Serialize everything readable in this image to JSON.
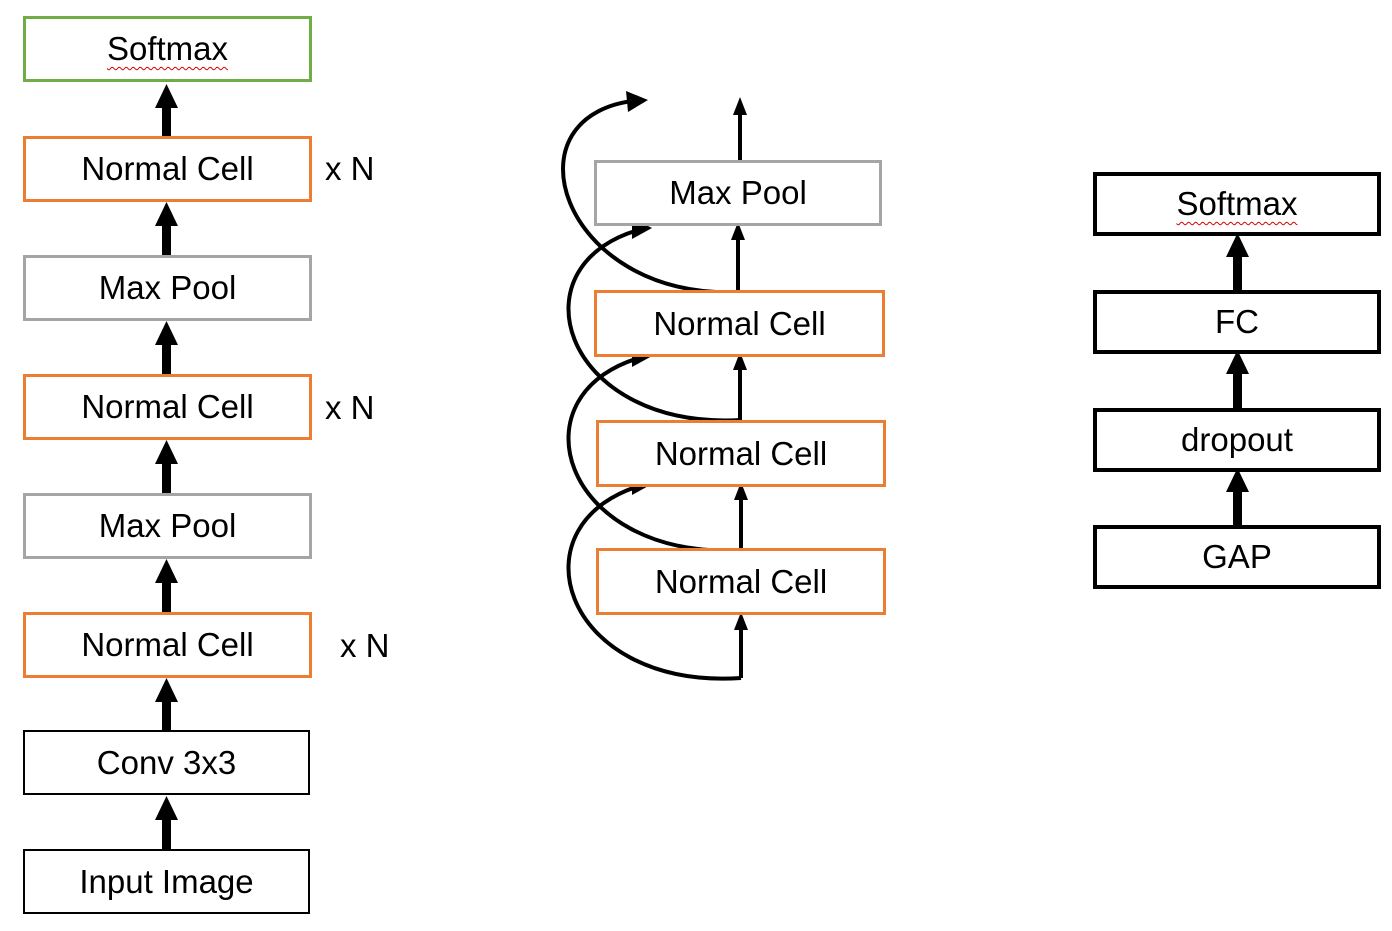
{
  "colors": {
    "softmax_border": "#70ad47",
    "normal_cell_border": "#ed7d31",
    "max_pool_border": "#a5a5a5",
    "plain_border": "#000000",
    "arrow": "#000000"
  },
  "left_stack": {
    "softmax": "Softmax",
    "normal_cell_3": "Normal Cell",
    "max_pool_2": "Max Pool",
    "normal_cell_2": "Normal Cell",
    "max_pool_1": "Max Pool",
    "normal_cell_1": "Normal Cell",
    "conv": "Conv 3x3",
    "input": "Input Image",
    "repeat_label_3": "x N",
    "repeat_label_2": "x N",
    "repeat_label_1": "x N"
  },
  "middle_stack": {
    "max_pool": "Max Pool",
    "normal_cell_3": "Normal Cell",
    "normal_cell_2": "Normal Cell",
    "normal_cell_1": "Normal Cell"
  },
  "right_stack": {
    "softmax": "Softmax",
    "fc": "FC",
    "dropout": "dropout",
    "gap": "GAP"
  }
}
